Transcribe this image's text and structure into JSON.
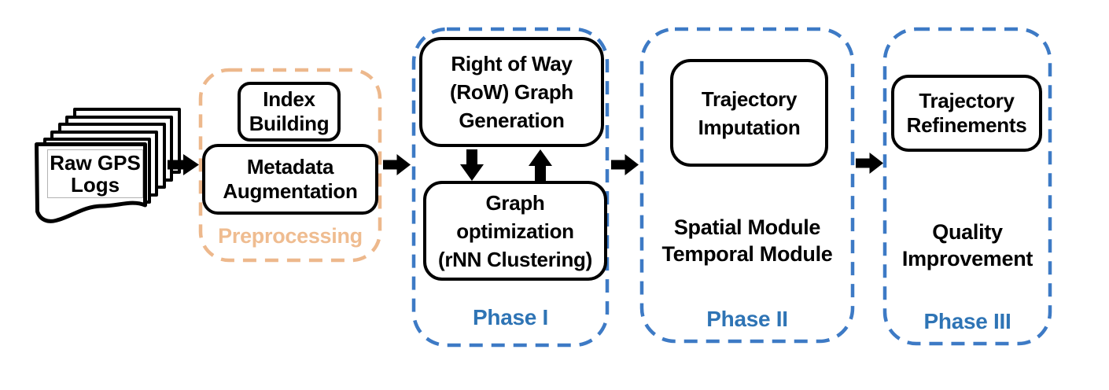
{
  "colors": {
    "phase_outline_blue": "#3D7AC5",
    "phase_label_blue": "#2E74B5",
    "preprocessing_tan": "#EDB88C",
    "preprocessing_label_tan": "#EFBC90",
    "box_border_black": "#000000",
    "arrow_black": "#000000",
    "background_white": "#FFFFFF"
  },
  "source_stack": {
    "label_line1": "Raw GPS",
    "label_line2": "Logs"
  },
  "preprocessing": {
    "group_label": "Preprocessing",
    "index_building": {
      "line1": "Index",
      "line2": "Building"
    },
    "metadata_augmentation": {
      "line1": "Metadata",
      "line2": "Augmentation"
    }
  },
  "phase1": {
    "label": "Phase I",
    "row_graph_generation": {
      "line1": "Right of Way",
      "line2": "(RoW) Graph",
      "line3": "Generation"
    },
    "graph_optimization": {
      "line1": "Graph",
      "line2": "optimization",
      "line3": "(rNN Clustering)"
    }
  },
  "phase2": {
    "label": "Phase II",
    "trajectory_imputation": {
      "line1": "Trajectory",
      "line2": "Imputation"
    },
    "modules_note": {
      "line1": "Spatial Module",
      "line2": "Temporal Module"
    }
  },
  "phase3": {
    "label": "Phase III",
    "trajectory_refinements": {
      "line1": "Trajectory",
      "line2": "Refinements"
    },
    "quality_note": {
      "line1": "Quality",
      "line2": "Improvement"
    }
  }
}
